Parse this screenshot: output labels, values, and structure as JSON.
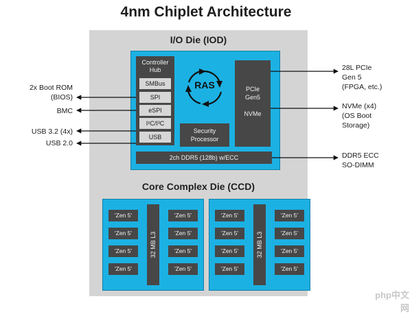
{
  "title": "4nm Chiplet Architecture",
  "iod": {
    "label": "I/O Die (IOD)",
    "controller_hub": "Controller Hub",
    "hub_items": [
      "SMBus",
      "SPI",
      "eSPI",
      "I²C/I³C",
      "USB"
    ],
    "ras": "RAS",
    "pcie_block": [
      "PCIe",
      "Gen5",
      "",
      "NVMe"
    ],
    "security_processor": "Security Processor",
    "ddr_bar": "2ch DDR5 (128b) w/ECC"
  },
  "left_ios": [
    {
      "lines": [
        "2x Boot ROM",
        "(BIOS)"
      ]
    },
    {
      "lines": [
        "BMC"
      ]
    },
    {
      "lines": [
        "USB 3.2 (4x)"
      ]
    },
    {
      "lines": [
        "USB 2.0"
      ]
    }
  ],
  "right_ios": [
    {
      "lines": [
        "28L PCIe",
        "Gen 5",
        "(FPGA, etc.)"
      ]
    },
    {
      "lines": [
        "NVMe (x4)",
        "(OS Boot",
        "Storage)"
      ]
    },
    {
      "lines": [
        "DDR5 ECC",
        "SO-DIMM"
      ]
    }
  ],
  "ccd": {
    "label": "Core Complex Die (CCD)",
    "core_label": "'Zen 5'",
    "l3_label": "32 MB L3",
    "count": 2
  },
  "watermark": "php中文网",
  "colors": {
    "die_blue": "#1cb1e3",
    "block_dark": "#474747",
    "package_gray": "#d4d4d4",
    "chip_light": "#d7d7d7"
  }
}
